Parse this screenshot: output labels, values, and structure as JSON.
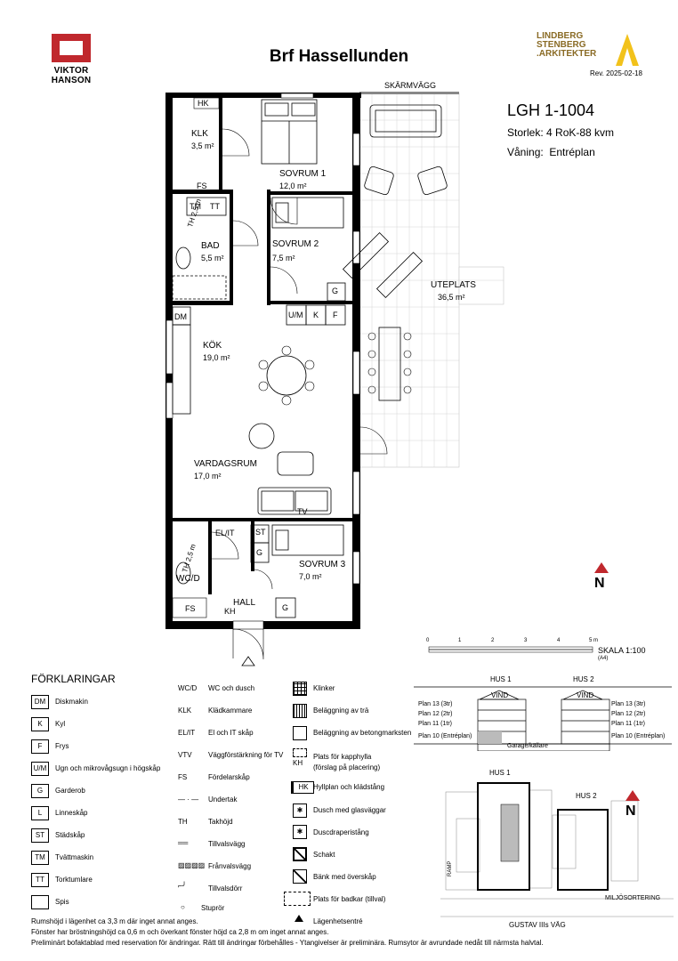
{
  "header": {
    "developer_logo_text": "VIKTOR HANSON",
    "project_title": "Brf Hassellunden",
    "architect_logo_lines": [
      "LINDBERG",
      "STENBERG",
      "ARKITEKTER"
    ],
    "revision": "Rev. 2025-02-18"
  },
  "apartment": {
    "id": "LGH 1-1004",
    "size_label": "Storlek:",
    "size_value": "4 RoK-88 kvm",
    "floor_label": "Våning:",
    "floor_value": "Entréplan"
  },
  "rooms": {
    "klk": {
      "name": "KLK",
      "area": "3,5 m²"
    },
    "sovrum1": {
      "name": "SOVRUM 1",
      "area": "12,0 m²"
    },
    "bad": {
      "name": "BAD",
      "area": "5,5 m²"
    },
    "sovrum2": {
      "name": "SOVRUM 2",
      "area": "7,5 m²"
    },
    "kok": {
      "name": "KÖK",
      "area": "19,0 m²"
    },
    "vardagsrum": {
      "name": "VARDAGSRUM",
      "area": "17,0 m²"
    },
    "wcd": {
      "name": "WC/D"
    },
    "sovrum3": {
      "name": "SOVRUM 3",
      "area": "7,0 m²"
    },
    "hall": {
      "name": "HALL"
    },
    "uteplats": {
      "name": "UTEPLATS",
      "area": "36,5 m²"
    }
  },
  "plan_labels": {
    "skarmvagg": "SKÄRMVÄGG",
    "hk": "HK",
    "fs1": "FS",
    "tm": "TM",
    "tt": "TT",
    "th1": "TH 2,5 m",
    "g1": "G",
    "um": "U/M",
    "k": "K",
    "f": "F",
    "dm": "DM",
    "tv": "TV",
    "elit": "EL/IT",
    "st": "ST",
    "g2": "G",
    "th2": "TH 2,5 m",
    "fs2": "FS",
    "kh": "KH",
    "g3": "G"
  },
  "scale": {
    "ticks": [
      "0",
      "1",
      "2",
      "3",
      "4",
      "5 m"
    ],
    "label": "SKALA 1:100",
    "paper": "(A4)"
  },
  "legend": {
    "title": "FÖRKLARINGAR",
    "col1": [
      {
        "code": "DM",
        "text": "Diskmakin"
      },
      {
        "code": "K",
        "text": "Kyl"
      },
      {
        "code": "F",
        "text": "Frys"
      },
      {
        "code": "U/M",
        "text": "Ugn och mikrovågsugn i högskåp"
      },
      {
        "code": "G",
        "text": "Garderob"
      },
      {
        "code": "L",
        "text": "Linneskåp"
      },
      {
        "code": "ST",
        "text": "Städskåp"
      },
      {
        "code": "TM",
        "text": "Tvättmaskin"
      },
      {
        "code": "TT",
        "text": "Torktumlare"
      },
      {
        "code": "",
        "text": "Spis"
      }
    ],
    "col2": [
      {
        "code": "WC/D",
        "text": "WC och dusch"
      },
      {
        "code": "KLK",
        "text": "Klädkammare"
      },
      {
        "code": "EL/IT",
        "text": "El och IT skåp"
      },
      {
        "code": "VTV",
        "text": "Väggförstärkning för TV"
      },
      {
        "code": "FS",
        "text": "Fördelarskåp"
      },
      {
        "code": "",
        "text": "Undertak"
      },
      {
        "code": "TH",
        "text": "Takhöjd"
      },
      {
        "code": "",
        "text": "Tillvalsvägg"
      },
      {
        "code": "",
        "text": "Frånvalsvägg"
      },
      {
        "code": "",
        "text": "Tillvalsdörr"
      },
      {
        "code": "",
        "text": "Stuprör"
      }
    ],
    "col3": [
      {
        "text": "Klinker"
      },
      {
        "text": "Beläggning av trä"
      },
      {
        "text": "Beläggning av betongmarksten"
      },
      {
        "text": "Plats för kapphylla\n(förslag på placering)"
      },
      {
        "text": "Hyllplan och klädstång"
      },
      {
        "text": "Dusch med glasväggar"
      },
      {
        "text": "Duscdraperistång"
      },
      {
        "text": "Schakt"
      },
      {
        "text": "Bänk med överskåp"
      },
      {
        "text": "Plats för badkar (tillval)"
      },
      {
        "text": "Lägenhetsentré"
      }
    ],
    "kh_code": "KH",
    "hk_code": "HK"
  },
  "section": {
    "hus1": "HUS 1",
    "hus2": "HUS 2",
    "vind": "VIND",
    "left_floors": [
      "Plan 13 (3tr)",
      "Plan 12 (2tr)",
      "Plan 11 (1tr)",
      "Plan 10 (Entréplan)"
    ],
    "right_floors": [
      "Plan 13 (3tr)",
      "Plan 12 (2tr)",
      "Plan 11 (1tr)",
      "Plan 10 (Entréplan)"
    ],
    "garage": "Garage/källare"
  },
  "site": {
    "hus1": "HUS 1",
    "hus2": "HUS 2",
    "ramp": "RAMP",
    "miljo": "MILJÖSORTERING",
    "street": "GUSTAV IIIs VÄG"
  },
  "footer": [
    "Rumshöjd i lägenhet ca 3,3 m där inget annat anges.",
    "Fönster har bröstningshöjd ca 0,6 m och överkant fönster höjd ca 2,8 m om inget annat anges.",
    "Preliminärt bofaktablad med reservation för ändringar. Rätt till ändringar förbehålles - Ytangivelser är preliminära. Rumsytor är avrundade nedåt till närmsta halvtal."
  ],
  "colors": {
    "brand_red": "#c0282d",
    "architect_gold": "#8a6b25",
    "accent_yellow": "#f2c21b"
  }
}
